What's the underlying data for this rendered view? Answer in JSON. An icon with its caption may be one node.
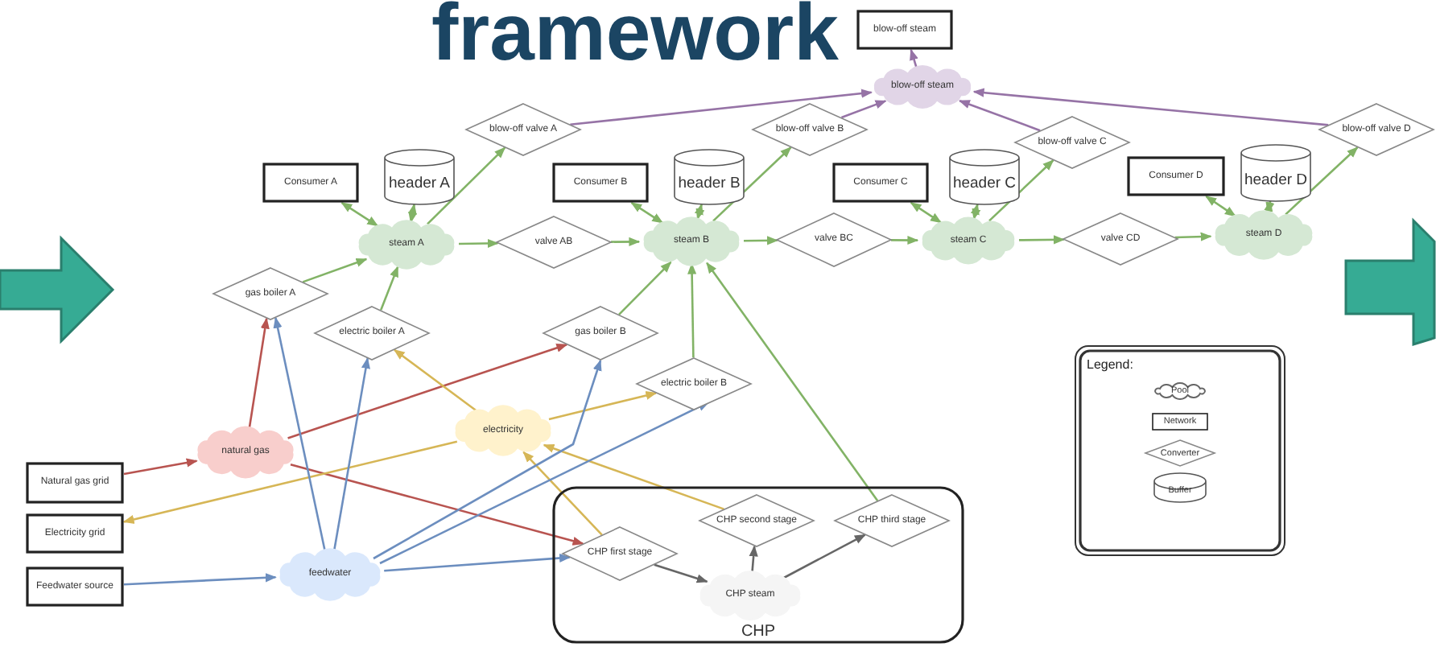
{
  "diagram": {
    "title": "framework",
    "nodes": [
      {
        "text": [
          "Consumer A"
        ]
      },
      {
        "text": [
          "header A"
        ]
      },
      {
        "text": [
          "steam A"
        ]
      },
      {
        "text": [
          "blow-off valve A"
        ]
      },
      {
        "text": [
          "Consumer B"
        ]
      },
      {
        "text": [
          "header B"
        ]
      },
      {
        "text": [
          "steam B"
        ]
      },
      {
        "text": [
          "valve AB"
        ]
      },
      {
        "text": [
          "blow-off valve B"
        ]
      },
      {
        "text": [
          "Consumer C"
        ]
      },
      {
        "text": [
          "header C"
        ]
      },
      {
        "text": [
          "steam C"
        ]
      },
      {
        "text": [
          "valve BC"
        ]
      },
      {
        "text": [
          "blow-off valve C"
        ]
      },
      {
        "text": [
          "valve CD"
        ]
      },
      {
        "text": [
          "Consumer D"
        ]
      },
      {
        "text": [
          "header D"
        ]
      },
      {
        "text": [
          "steam D"
        ]
      },
      {
        "text": [
          "blow-off valve D"
        ]
      },
      {
        "text": [
          "blow-off steam"
        ]
      },
      {
        "text": [
          "blow-off steam"
        ]
      },
      {
        "text": [
          "gas boiler A"
        ]
      },
      {
        "text": [
          "electric boiler A"
        ]
      },
      {
        "text": [
          "gas boiler B"
        ]
      },
      {
        "text": [
          "electric boiler B"
        ]
      },
      {
        "text": [
          "natural gas"
        ]
      },
      {
        "text": [
          "electricity"
        ]
      },
      {
        "text": [
          "feedwater"
        ]
      },
      {
        "text": [
          "Natural gas grid"
        ]
      },
      {
        "text": [
          "Electricity grid"
        ]
      },
      {
        "text": [
          "Feedwater source"
        ]
      },
      {
        "text": [
          "CHP"
        ]
      },
      {
        "text": [
          "CHP first stage"
        ],
        "in": 31
      },
      {
        "text": [
          "CHP second stage"
        ],
        "in": 31
      },
      {
        "text": [
          "CHP third stage"
        ],
        "in": 31
      },
      {
        "text": [
          "CHP steam"
        ],
        "in": 31
      }
    ],
    "edges": [
      {
        "from": 2,
        "to": 0,
        "arrow": "both"
      },
      {
        "from": 2,
        "to": 1,
        "arrow": "both"
      },
      {
        "from": 2,
        "to": 3,
        "arrow": "to"
      },
      {
        "from": 2,
        "to": 7,
        "arrow": "to"
      },
      {
        "from": 7,
        "to": 6,
        "arrow": "to"
      },
      {
        "from": 21,
        "to": 2,
        "arrow": "to"
      },
      {
        "from": 22,
        "to": 2,
        "arrow": "to"
      },
      {
        "from": 6,
        "to": 4,
        "arrow": "both"
      },
      {
        "from": 6,
        "to": 5,
        "arrow": "both"
      },
      {
        "from": 6,
        "to": 8,
        "arrow": "to"
      },
      {
        "from": 6,
        "to": 12,
        "arrow": "to"
      },
      {
        "from": 12,
        "to": 11,
        "arrow": "to"
      },
      {
        "from": 23,
        "to": 6,
        "arrow": "to"
      },
      {
        "from": 24,
        "to": 6,
        "arrow": "to"
      },
      {
        "from": 34,
        "to": 6,
        "arrow": "to"
      },
      {
        "from": 11,
        "to": 9,
        "arrow": "both"
      },
      {
        "from": 11,
        "to": 10,
        "arrow": "both"
      },
      {
        "from": 11,
        "to": 13,
        "arrow": "to"
      },
      {
        "from": 11,
        "to": 14,
        "arrow": "to"
      },
      {
        "from": 14,
        "to": 17,
        "arrow": "to"
      },
      {
        "from": 17,
        "to": 15,
        "arrow": "both"
      },
      {
        "from": 17,
        "to": 16,
        "arrow": "both"
      },
      {
        "from": 17,
        "to": 18,
        "arrow": "to"
      },
      {
        "from": 3,
        "to": 19,
        "arrow": "to",
        "color": "#9673a6"
      },
      {
        "from": 8,
        "to": 19,
        "arrow": "to",
        "color": "#9673a6"
      },
      {
        "from": 13,
        "to": 19,
        "arrow": "to",
        "color": "#9673a6"
      },
      {
        "from": 18,
        "to": 19,
        "arrow": "to",
        "color": "#9673a6"
      },
      {
        "from": 19,
        "to": 20,
        "arrow": "to",
        "color": "#9673a6"
      },
      {
        "from": 28,
        "to": 25,
        "arrow": "to",
        "color": "#b85450"
      },
      {
        "from": 25,
        "to": 21,
        "arrow": "to",
        "color": "#b85450"
      },
      {
        "from": 25,
        "to": 23,
        "arrow": "to",
        "color": "#b85450"
      },
      {
        "from": 25,
        "to": 32,
        "arrow": "to",
        "color": "#b85450"
      },
      {
        "from": 26,
        "to": 29,
        "arrow": "to",
        "color": "#d6b656"
      },
      {
        "from": 26,
        "to": 22,
        "arrow": "to",
        "color": "#d6b656"
      },
      {
        "from": 26,
        "to": 24,
        "arrow": "to",
        "color": "#d6b656"
      },
      {
        "from": 32,
        "to": 26,
        "arrow": "to",
        "color": "#d6b656"
      },
      {
        "from": 33,
        "to": 26,
        "arrow": "to",
        "color": "#d6b656"
      },
      {
        "from": 30,
        "to": 27,
        "arrow": "to",
        "color": "#6c8ebf"
      },
      {
        "from": 27,
        "to": 21,
        "arrow": "to",
        "color": "#6c8ebf"
      },
      {
        "from": 27,
        "to": 22,
        "arrow": "to",
        "color": "#6c8ebf"
      },
      {
        "from": 27,
        "to": 23,
        "arrow": "to",
        "color": "#6c8ebf"
      },
      {
        "from": 27,
        "to": 24,
        "arrow": "to",
        "color": "#6c8ebf"
      },
      {
        "from": 27,
        "to": 32,
        "arrow": "to",
        "color": "#6c8ebf"
      },
      {
        "from": 32,
        "to": 35,
        "arrow": "to",
        "color": "#666666"
      },
      {
        "from": 35,
        "to": 33,
        "arrow": "to",
        "color": "#666666"
      },
      {
        "from": 35,
        "to": 34,
        "arrow": "to",
        "color": "#666666"
      }
    ],
    "labels": [
      "Legend:"
    ],
    "legend": [
      {
        "text": "Pool"
      },
      {
        "text": "Network"
      },
      {
        "text": "Converter"
      },
      {
        "text": "Buffer"
      }
    ]
  }
}
